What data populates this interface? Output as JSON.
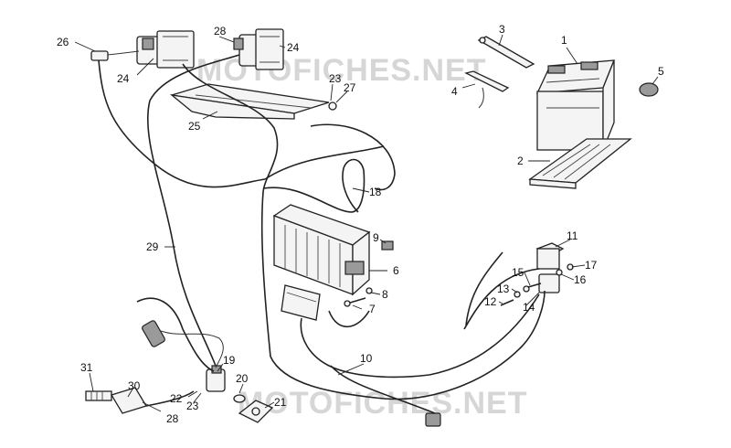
{
  "watermark": {
    "text": "MOTOFICHES.NET"
  },
  "callouts": {
    "c1": "1",
    "c2": "2",
    "c3": "3",
    "c4": "4",
    "c5": "5",
    "c6": "6",
    "c7": "7",
    "c8": "8",
    "c9": "9",
    "c10": "10",
    "c11": "11",
    "c12": "12",
    "c13": "13",
    "c14": "14",
    "c15": "15",
    "c16": "16",
    "c17": "17",
    "c18": "18",
    "c19": "19",
    "c20": "20",
    "c21": "21",
    "c22": "22",
    "c23a": "23",
    "c23b": "23",
    "c24a": "24",
    "c24b": "24",
    "c25": "25",
    "c26": "26",
    "c27": "27",
    "c28a": "28",
    "c28b": "28",
    "c29": "29",
    "c30": "30",
    "c31": "31"
  }
}
